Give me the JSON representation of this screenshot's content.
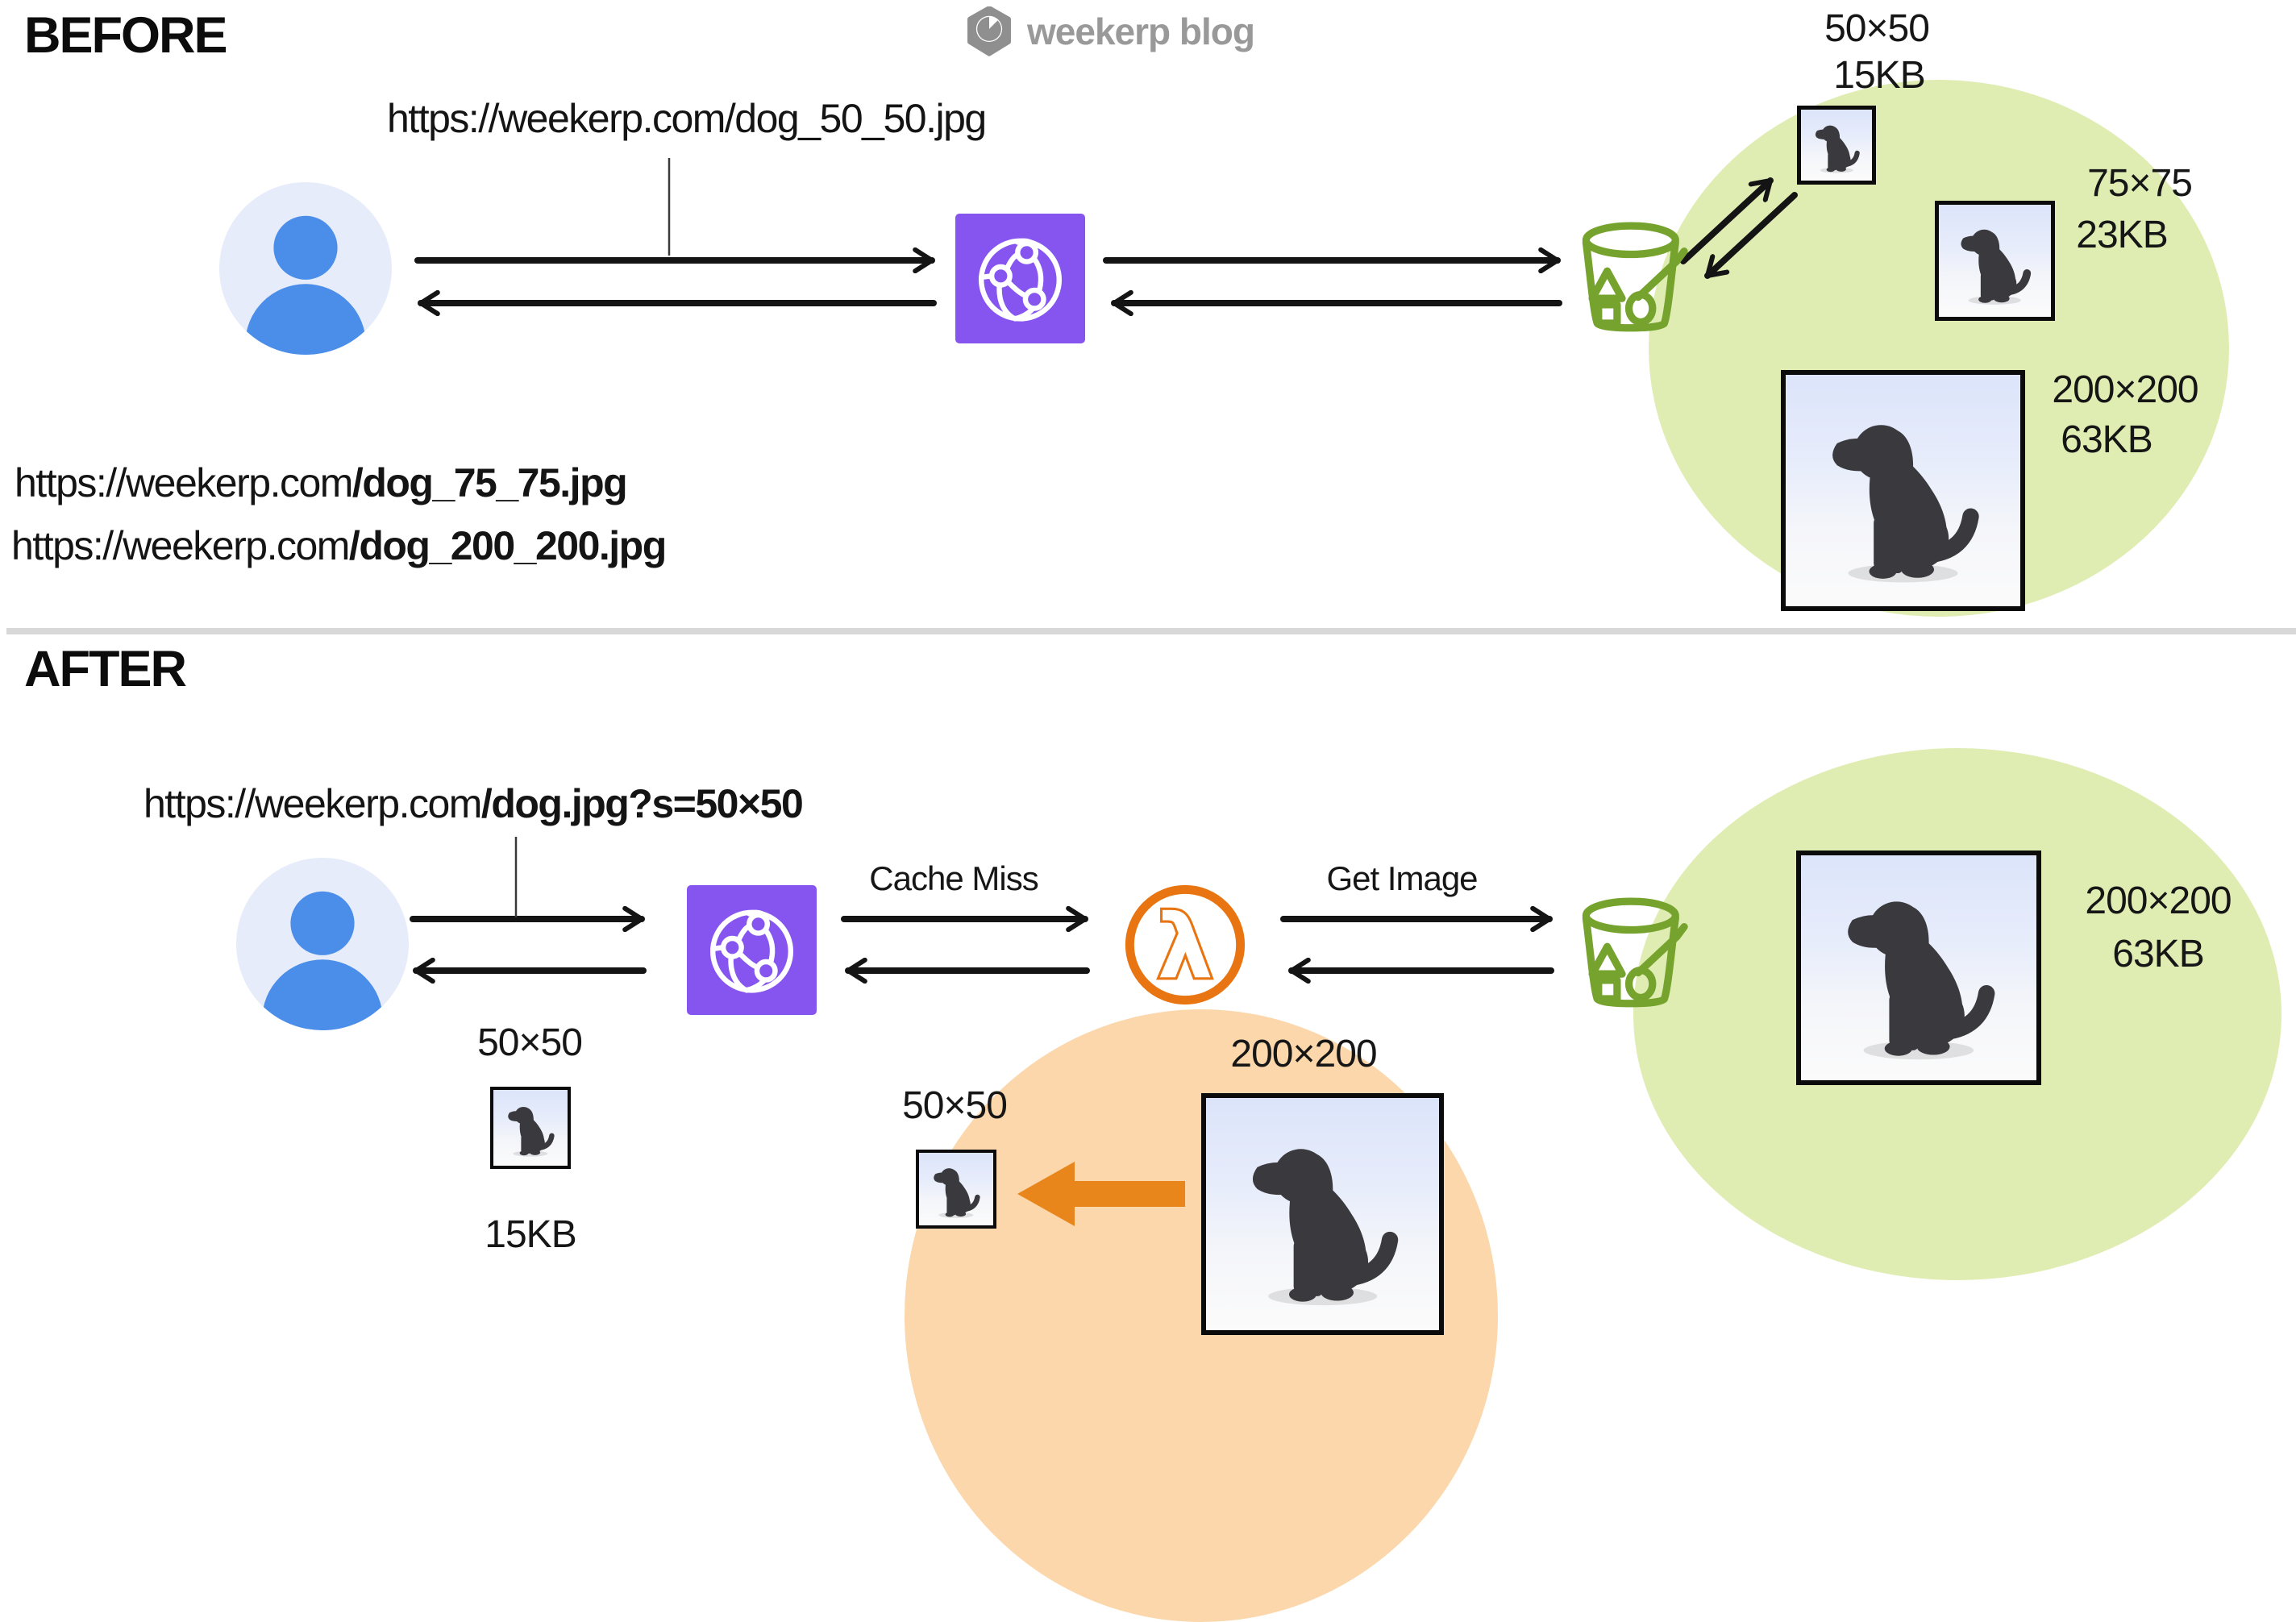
{
  "logo": {
    "name": "weekerp blog"
  },
  "before": {
    "heading": "BEFORE",
    "request_url": "https://weekerp.com/dog_50_50.jpg",
    "alt_urls": [
      {
        "prefix": "https://weekerp.com",
        "bold": "/dog_75_75.jpg"
      },
      {
        "prefix": "https://weekerp.com",
        "bold": "/dog_200_200.jpg"
      }
    ],
    "stored_images": [
      {
        "size": "50×50",
        "filesize": "15KB"
      },
      {
        "size": "75×75",
        "filesize": "23KB"
      },
      {
        "size": "200×200",
        "filesize": "63KB"
      }
    ]
  },
  "after": {
    "heading": "AFTER",
    "request_url": {
      "prefix": "https://weekerp.com",
      "bold": "/dog.jpg?s=50×50"
    },
    "labels": {
      "cache_miss": "Cache Miss",
      "get_image": "Get Image"
    },
    "delivered_image": {
      "size": "50×50",
      "filesize": "15KB"
    },
    "stored_image": {
      "size": "200×200",
      "filesize": "63KB"
    },
    "resize": {
      "source": "200×200",
      "target": "50×50"
    }
  },
  "colors": {
    "cloudfront_purple": "#8655F0",
    "lambda_orange": "#E87512",
    "s3_green": "#76A32D",
    "bucket_region_green": "#DFEDB3",
    "lambda_region_orange": "#FBD7AB",
    "avatar_blue": "#4A8EEA",
    "avatar_bg": "#E7ECFA",
    "arrow_black": "#141414",
    "resize_arrow_orange": "#E8861C"
  }
}
